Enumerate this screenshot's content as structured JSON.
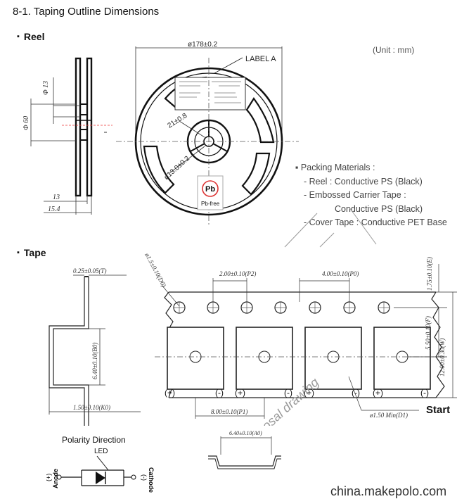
{
  "page": {
    "title": "8-1. Taping Outline Dimensions",
    "unit": "(Unit : mm)",
    "watermark": "china.makepolo.com"
  },
  "reel": {
    "heading": "Reel",
    "dia_outer": "ø178±0.2",
    "label_a": "LABEL A",
    "dia_hub": "ø13.0±0.2",
    "dim_21": "21±0.8",
    "side_phi13": "Φ 13",
    "side_phi60": "Φ 60",
    "side_13": "13",
    "side_154": "15.4",
    "pb": "Pb",
    "pb_free": "Pb-free"
  },
  "packing": {
    "heading": "Packing Materials :",
    "lines": [
      "- Reel : Conductive PS (Black)",
      "- Embossed Carrier Tape :",
      "Conductive PS (Black)",
      "- Cover Tape : Conductive PET Base"
    ]
  },
  "tape": {
    "heading": "Tape",
    "t": "0.25±0.05(T)",
    "b0": "6.40±0.10(B0)",
    "k0": "1.50±0.10(K0)",
    "d0": "ø1.5±0.10(D0)",
    "p2": "2.00±0.10(P2)",
    "p0": "4.00±0.10(P0)",
    "e": "1.75±0.10(E)",
    "f": "5.50±0.10(F)",
    "w": "12.00±0.30(W)",
    "p1": "8.00±0.10(P1)",
    "d1": "ø1.50 Min(D1)",
    "a0": "6.40±0.10(A0)",
    "start": "Start",
    "plus": "(+)",
    "minus": "(-)",
    "proposal_mark": "proposal drawing"
  },
  "polarity": {
    "title": "Polarity Direction",
    "led": "LED",
    "anode": "Anode",
    "anode_sign": "(+)",
    "cathode": "Cathode",
    "cathode_sign": "(-)"
  }
}
